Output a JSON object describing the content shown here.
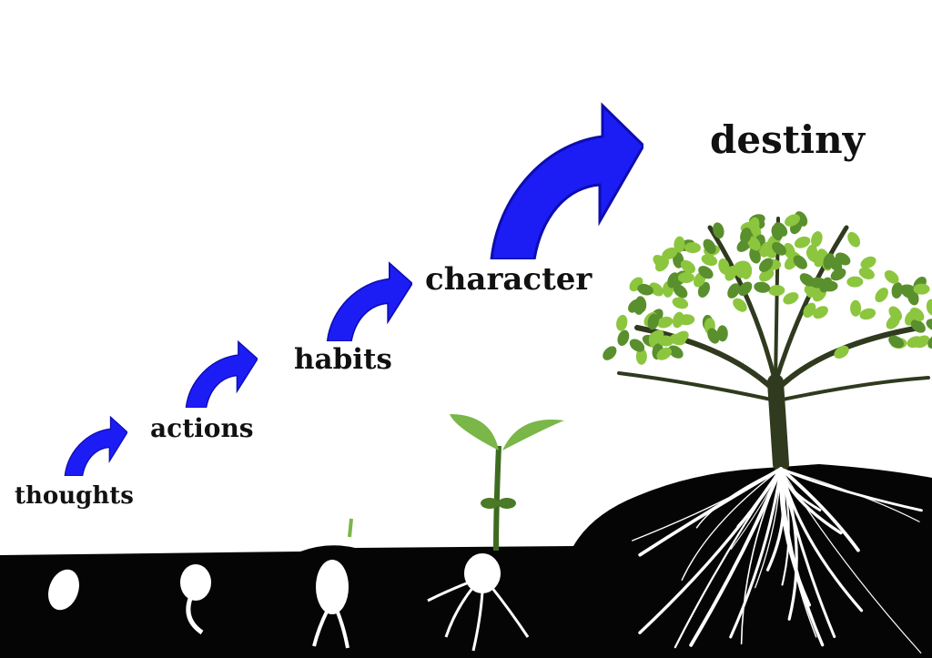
{
  "stages": [
    {
      "label": "thoughts"
    },
    {
      "label": "actions"
    },
    {
      "label": "habits"
    },
    {
      "label": "character"
    },
    {
      "label": "destiny"
    }
  ],
  "colors": {
    "arrow": "#1c1cf5",
    "arrow_shade": "#0d0db0",
    "ground": "#050505",
    "leaf": "#5a8f2e",
    "leaf_light": "#8cc63f",
    "root": "#ffffff"
  }
}
